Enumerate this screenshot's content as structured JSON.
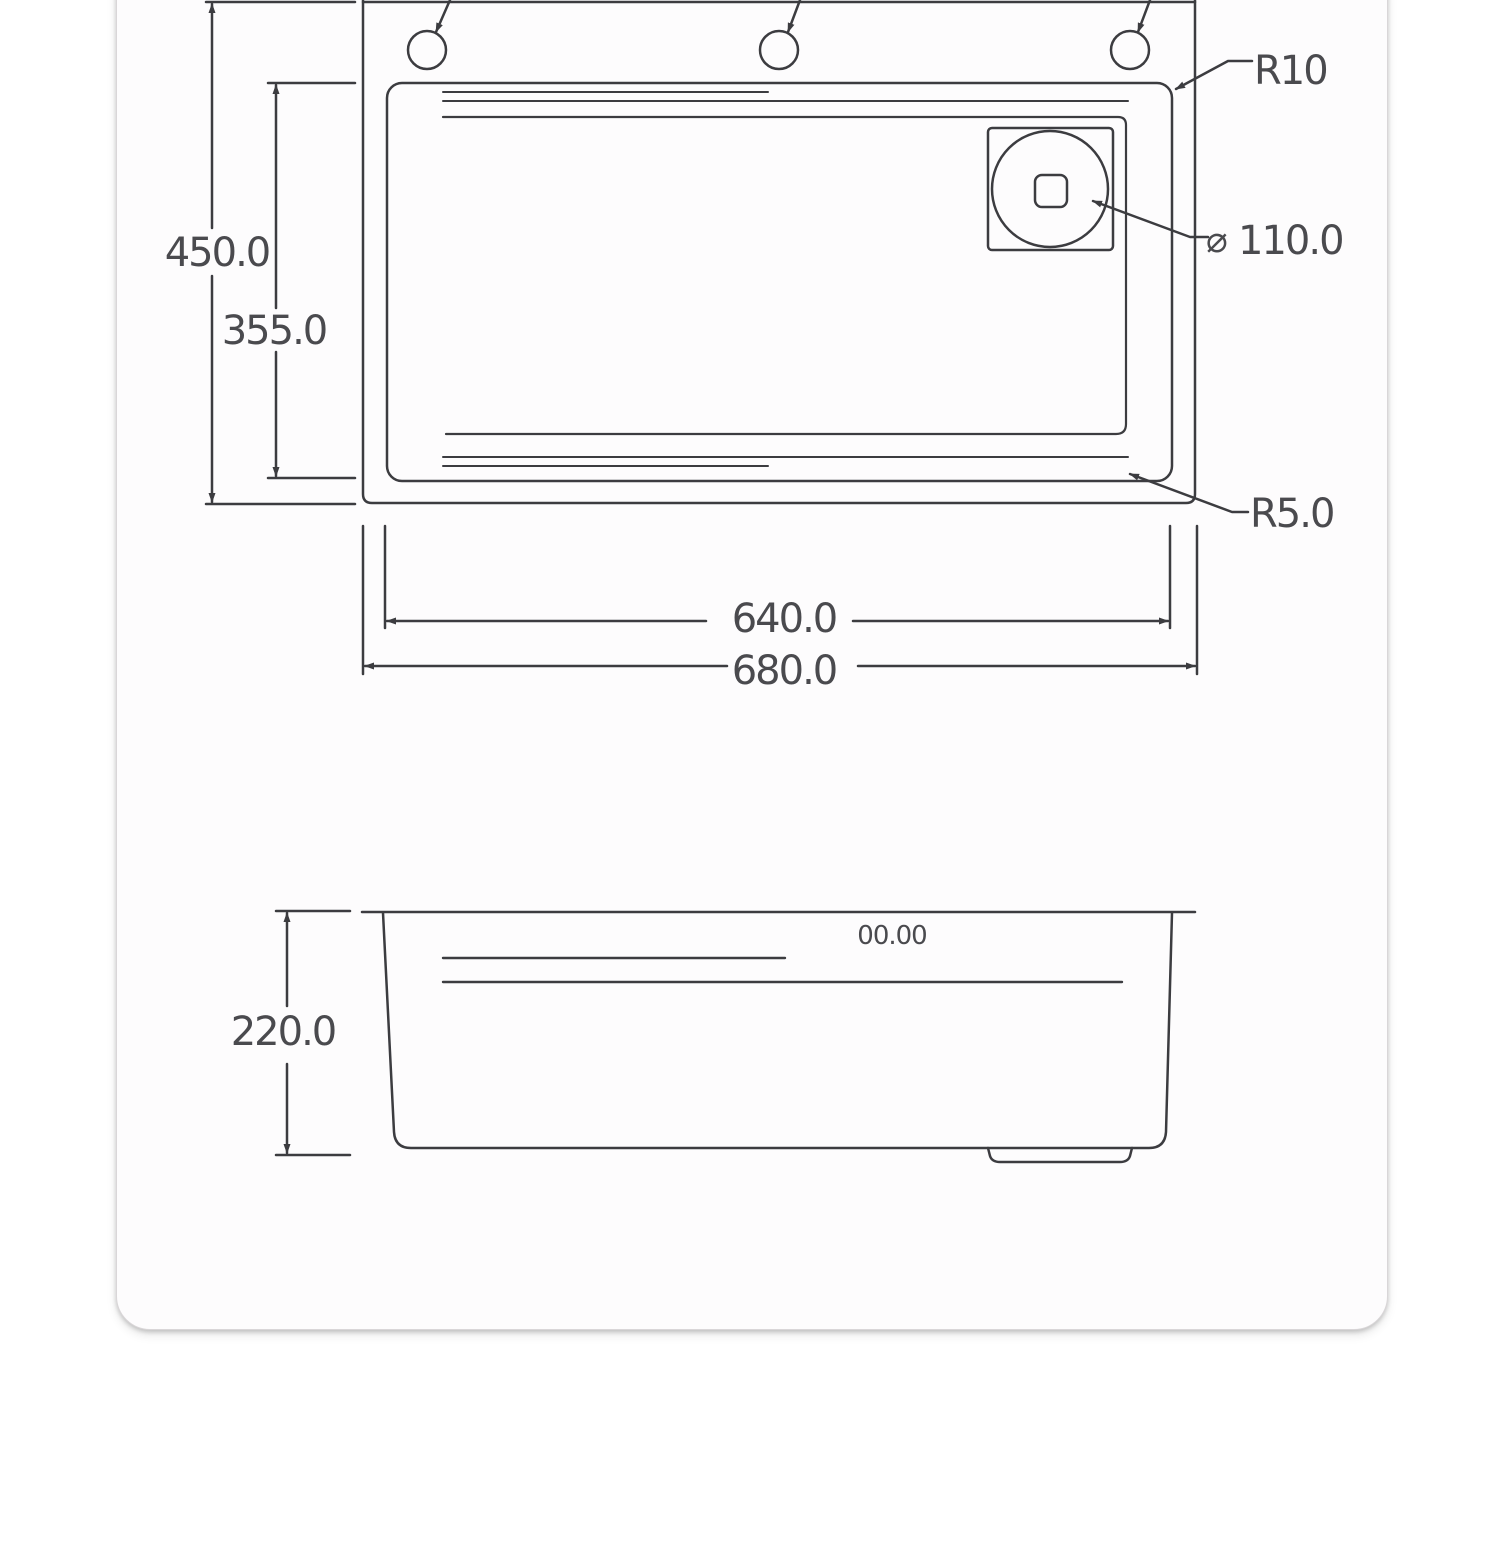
{
  "top_view": {
    "dim_total_depth": "450.0",
    "dim_bowl_depth": "355.0",
    "corner_radius_outer": "R10",
    "corner_radius_inner": "R5.0",
    "drain_diameter": "110.0",
    "diameter_symbol": "⌀",
    "dim_bowl_width": "640.0",
    "dim_total_width": "680.0"
  },
  "side_view": {
    "dim_height": "220.0",
    "marking": "00.00"
  },
  "colors": {
    "line": "#3c3c40",
    "text": "#4a4a4e",
    "card_background": "#fdfcfd",
    "page_background": "#ffffff"
  }
}
